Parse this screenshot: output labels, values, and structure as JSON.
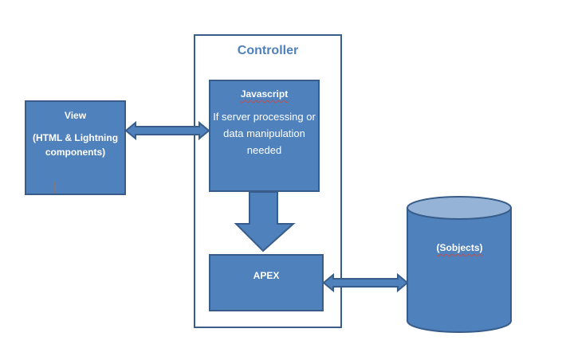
{
  "controller": {
    "title": "Controller"
  },
  "view": {
    "title": "View",
    "subtitle": "(HTML & Lightning components)"
  },
  "javascript": {
    "title": "Javascript",
    "description": "If server processing or data manipulation needed"
  },
  "apex": {
    "label": "APEX"
  },
  "database": {
    "label": "(Sobjects)"
  },
  "colors": {
    "fill": "#4f81bd",
    "stroke": "#385d8a",
    "title": "#4f81bd",
    "cylinder_top": "#95b3d7"
  }
}
